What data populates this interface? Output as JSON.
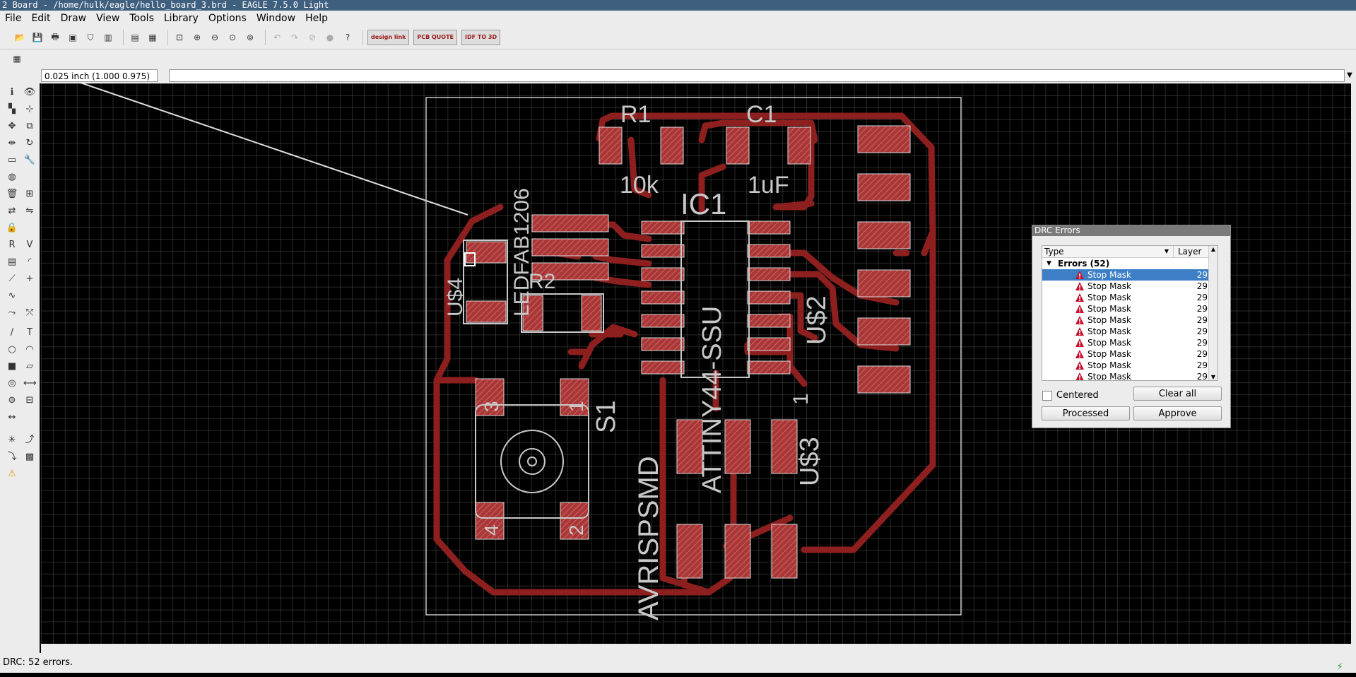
{
  "window": {
    "title": "2 Board - /home/hulk/eagle/hello_board_3.brd - EAGLE 7.5.0 Light"
  },
  "menu": [
    "File",
    "Edit",
    "Draw",
    "View",
    "Tools",
    "Library",
    "Options",
    "Window",
    "Help"
  ],
  "toolbar": {
    "design_link": "design link",
    "pcb_quote": "PCB QUOTE",
    "idf_to_3d": "IDF TO 3D"
  },
  "command": {
    "coordinate": "0.025 inch (1.000 0.975)",
    "value": ""
  },
  "board": {
    "labels": {
      "r1": "R1",
      "r1_value": "10k",
      "c1": "C1",
      "c1_value": "1uF",
      "ic1": "IC1",
      "ic1_value": "ATTINY44-SSU",
      "r2": "R2",
      "led": "LEDFAB1206",
      "u4": "U$4",
      "u2": "U$2",
      "u3": "U$3",
      "s1": "S1",
      "avr": "AVRISPSMD",
      "pin_1": "1",
      "s1_p3": "3",
      "s1_p1": "1",
      "s1_p4": "4",
      "s1_p2": "2"
    },
    "colors": {
      "trace": "#8e1f1f",
      "pad": "#b03c3c",
      "outline": "#c8c8c8",
      "grid": "#3a3a3a"
    }
  },
  "drc": {
    "title": "DRC Errors",
    "col_type": "Type",
    "col_layer": "Layer",
    "group": "Errors (52)",
    "errors": [
      {
        "type": "Stop Mask",
        "layer": "29"
      },
      {
        "type": "Stop Mask",
        "layer": "29"
      },
      {
        "type": "Stop Mask",
        "layer": "29"
      },
      {
        "type": "Stop Mask",
        "layer": "29"
      },
      {
        "type": "Stop Mask",
        "layer": "29"
      },
      {
        "type": "Stop Mask",
        "layer": "29"
      },
      {
        "type": "Stop Mask",
        "layer": "29"
      },
      {
        "type": "Stop Mask",
        "layer": "29"
      },
      {
        "type": "Stop Mask",
        "layer": "29"
      },
      {
        "type": "Stop Mask",
        "layer": "29"
      }
    ],
    "centered_label": "Centered",
    "clear_all": "Clear all",
    "processed": "Processed",
    "approve": "Approve"
  },
  "status": {
    "text": "DRC: 52 errors."
  }
}
